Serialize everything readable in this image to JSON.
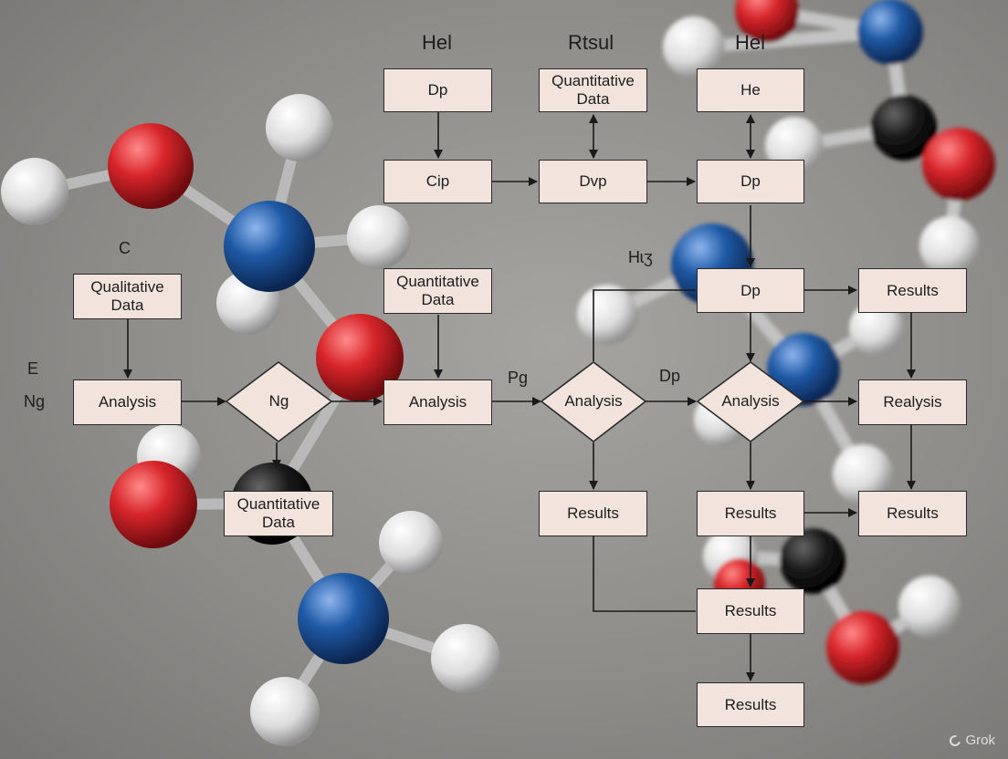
{
  "labels": {
    "top_left": "Hel",
    "top_middle": "Rtsul",
    "top_right": "Hel",
    "left_c": "C",
    "left_e": "E",
    "left_ng": "Ng",
    "h_label": "Hɩʒ",
    "pg": "Pg",
    "dp": "Dp"
  },
  "boxes": {
    "dp_top": "Dp",
    "quant_top": "Quantitative Data",
    "he_top": "He",
    "cip": "Cip",
    "dvp": "Dvp",
    "dp_mid": "Dp",
    "qual_left": "Qualitative Data",
    "quant_mid": "Quantitative Data",
    "dp_right": "Dp",
    "results_r1": "Results",
    "analysis_left": "Analysis",
    "analysis_mid": "Analysis",
    "realysis": "Realysis",
    "quant_low": "Quantitative Data",
    "results_a": "Results",
    "results_b": "Results",
    "results_c": "Results",
    "results_d": "Results",
    "results_e": "Results"
  },
  "diamonds": {
    "ng": "Ng",
    "analysis_1": "Analysis",
    "analysis_2": "Analysis"
  },
  "watermark": "Grok",
  "colors": {
    "box_fill": "#f2e4dc",
    "stroke": "#1a1a1a",
    "atom_red": "#d8262b",
    "atom_blue": "#1f5aa6",
    "atom_white": "#e8e8e8",
    "atom_black": "#1a1a1a"
  }
}
